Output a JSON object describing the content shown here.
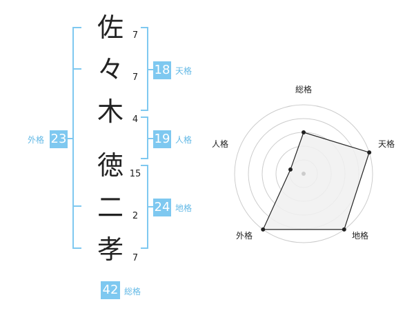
{
  "name_chars": [
    {
      "char": "佐",
      "strokes": "7"
    },
    {
      "char": "々",
      "strokes": "7"
    },
    {
      "char": "木",
      "strokes": "4"
    },
    {
      "char": "徳",
      "strokes": "15"
    },
    {
      "char": "二",
      "strokes": "2"
    },
    {
      "char": "孝",
      "strokes": "7"
    }
  ],
  "fortune": {
    "tenkaku": {
      "label": "天格",
      "value": "18"
    },
    "jinkaku": {
      "label": "人格",
      "value": "19"
    },
    "chikaku": {
      "label": "地格",
      "value": "24"
    },
    "gaikaku": {
      "label": "外格",
      "value": "23"
    },
    "soukaku": {
      "label": "総格",
      "value": "42"
    }
  },
  "chart_data": {
    "type": "radar",
    "axes": [
      "総格",
      "天格",
      "地格",
      "外格",
      "人格"
    ],
    "values": [
      3,
      5,
      5,
      5,
      1
    ],
    "max": 5,
    "rings": 5,
    "colors": {
      "line": "#222222",
      "fill": "#f0f0f0",
      "grid": "#cccccc",
      "center": "#cccccc"
    }
  },
  "colors": {
    "accent": "#7ec8f0",
    "accent_text": "#63b9e6"
  }
}
